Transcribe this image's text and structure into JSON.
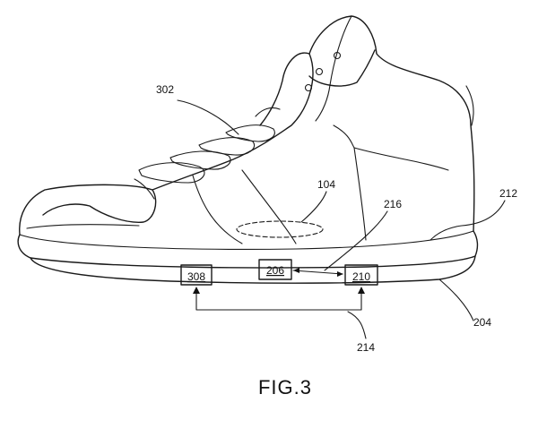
{
  "figure": {
    "caption": "FIG.3",
    "labels": {
      "l302": "302",
      "l104": "104",
      "l216": "216",
      "l212": "212",
      "l204": "204",
      "l214": "214"
    },
    "boxes": {
      "b308": "308",
      "b206": "206",
      "b210": "210"
    }
  }
}
